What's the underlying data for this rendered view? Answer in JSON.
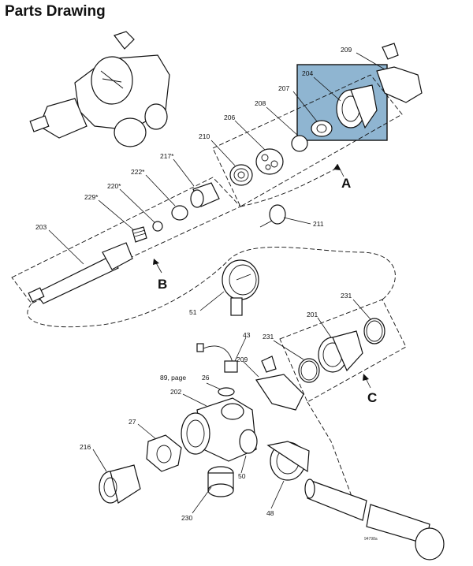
{
  "title": "Parts Drawing",
  "highlight_color": "#8fb5d1",
  "groups": {
    "a": "A",
    "b": "B",
    "c": "C"
  },
  "callouts": {
    "p209_top": "209",
    "p204": "204",
    "p207": "207",
    "p208": "208",
    "p206": "206",
    "p210": "210",
    "p217": "217*",
    "p222": "222*",
    "p220": "220*",
    "p229": "229*",
    "p203": "203",
    "p211": "211",
    "p51": "51",
    "p231_upper": "231",
    "p201": "201",
    "p231_lower": "231",
    "p43": "43",
    "p89": "89, page",
    "p26": "26",
    "p209_lower": "209",
    "p202": "202",
    "p27": "27",
    "p216": "216",
    "p50": "50",
    "p230": "230",
    "p48": "48"
  },
  "drawing_ref": "94798a"
}
